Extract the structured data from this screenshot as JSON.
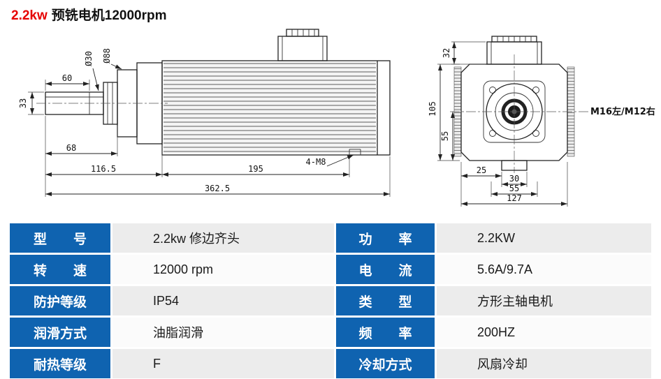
{
  "title": {
    "highlight": "2.2kw",
    "text": "预铣电机12000rpm"
  },
  "colors": {
    "accent_red": "#e60000",
    "label_blue": "#0f63b0"
  },
  "drawing": {
    "side_view": {
      "dim_60": "60",
      "dim_d30": "Ø30",
      "dim_d88": "Ø88",
      "dim_33": "33",
      "dim_68": "68",
      "dim_116_5": "116.5",
      "dim_195": "195",
      "dim_4_m8": "4-M8",
      "dim_362_5": "362.5"
    },
    "front_view": {
      "dim_32": "32",
      "dim_105": "105",
      "dim_55_side": "55",
      "dim_25": "25",
      "dim_30": "30",
      "dim_55_bottom": "55",
      "dim_127": "127",
      "thread_label": "M16左/M12右"
    }
  },
  "table": {
    "rows": [
      {
        "label1": "型　　号",
        "value1": "2.2kw 修边齐头",
        "label2": "功　　率",
        "value2": "2.2KW"
      },
      {
        "label1": "转　　速",
        "value1": "12000 rpm",
        "label2": "电　　流",
        "value2": "5.6A/9.7A"
      },
      {
        "label1": "防护等级",
        "value1": "IP54",
        "label2": "类　　型",
        "value2": "方形主轴电机"
      },
      {
        "label1": "润滑方式",
        "value1": "油脂润滑",
        "label2": "频　　率",
        "value2": "200HZ"
      },
      {
        "label1": "耐热等级",
        "value1": "F",
        "label2": "冷却方式",
        "value2": "风扇冷却"
      }
    ]
  }
}
